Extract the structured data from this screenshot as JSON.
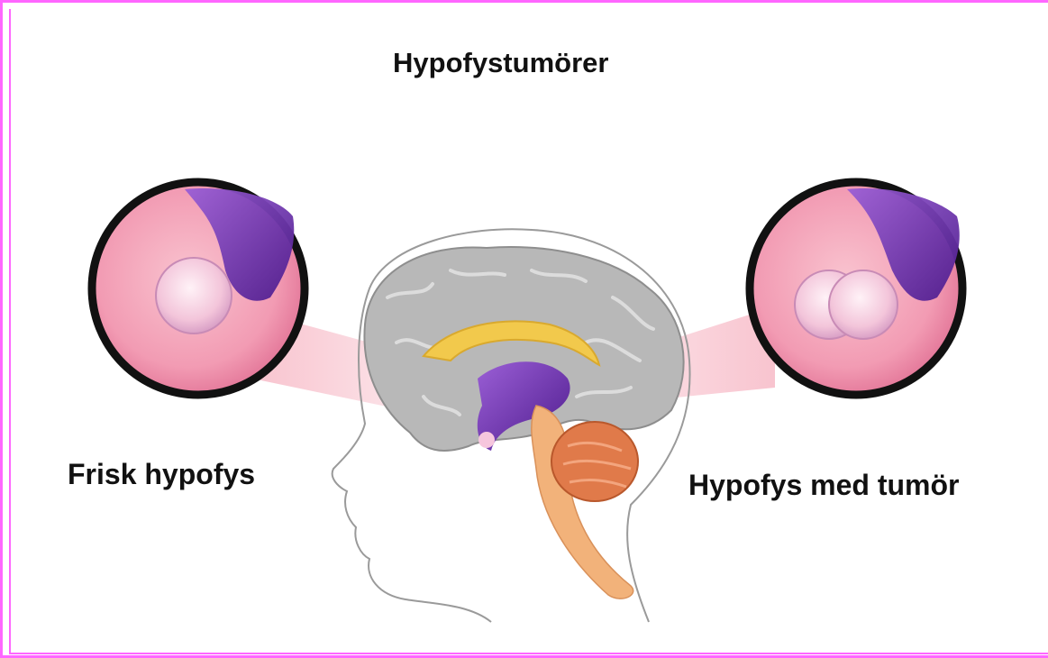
{
  "title": "Hypofystumörer",
  "labels": {
    "left": "Frisk hypofys",
    "right": "Hypofys med tumör"
  },
  "colors": {
    "frame": "#ff66ff",
    "brain": "#b5b5b5",
    "corpus_callosum": "#f2c94c",
    "pituitary_region": "#6a2fb0",
    "cerebellum": "#e07a4a",
    "brainstem": "#f2b27a",
    "magnifier_fill": "#f2a0b8",
    "tumor": "#f7d0e0"
  },
  "icons": {
    "left_magnifier": "healthy-pituitary-zoom",
    "right_magnifier": "pituitary-tumor-zoom",
    "center": "head-brain-sagittal"
  }
}
